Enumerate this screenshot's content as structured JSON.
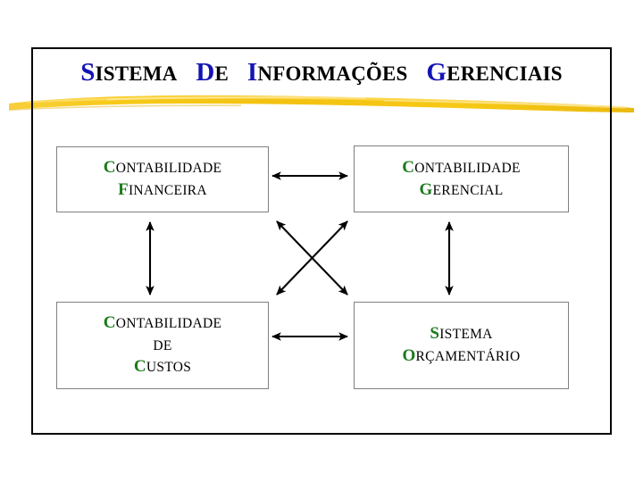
{
  "slide": {
    "title": {
      "full_text": "SISTEMA DE INFORMAÇÕES GERENCIAIS",
      "words": [
        {
          "cap": "S",
          "rest": "ISTEMA"
        },
        {
          "cap": "D",
          "rest": "E"
        },
        {
          "cap": "I",
          "rest": "NFORMAÇÕES"
        },
        {
          "cap": "G",
          "rest": "ERENCIAIS"
        }
      ],
      "cap_color": "#1414b4",
      "body_color": "#000000"
    },
    "decoration": {
      "brush_stroke_color": "#f5c518",
      "brush_stroke_highlight": "#ffd84d",
      "brush_stroke_name": "yellow-brush-stroke"
    },
    "frame": {
      "border_color": "#000000"
    },
    "boxes": [
      {
        "id": "contabilidade-financeira",
        "lines": [
          {
            "cap": "C",
            "rest": "ONTABILIDADE"
          },
          {
            "cap": "F",
            "rest": "INANCEIRA"
          }
        ],
        "plain_text": "CONTABILIDADE FINANCEIRA",
        "border_color": "#808080",
        "cap_color": "#1a7a1a"
      },
      {
        "id": "contabilidade-gerencial",
        "lines": [
          {
            "cap": "C",
            "rest": "ONTABILIDADE"
          },
          {
            "cap": "G",
            "rest": "ERENCIAL"
          }
        ],
        "plain_text": "CONTABILIDADE GERENCIAL",
        "border_color": "#808080",
        "cap_color": "#1a7a1a"
      },
      {
        "id": "contabilidade-de-custos",
        "lines": [
          {
            "cap": "C",
            "rest": "ONTABILIDADE"
          },
          {
            "cap": "",
            "rest": "DE"
          },
          {
            "cap": "C",
            "rest": "USTOS"
          }
        ],
        "plain_text": "CONTABILIDADE DE CUSTOS",
        "border_color": "#808080",
        "cap_color": "#1a7a1a"
      },
      {
        "id": "sistema-orcamentario",
        "lines": [
          {
            "cap": "S",
            "rest": "ISTEMA"
          },
          {
            "cap": "O",
            "rest": "RÇAMENTÁRIO"
          }
        ],
        "plain_text": "SISTEMA ORÇAMENTÁRIO",
        "border_color": "#808080",
        "cap_color": "#1a7a1a"
      }
    ],
    "connectors": [
      {
        "id": "arrow-top-horizontal",
        "from": "contabilidade-financeira",
        "to": "contabilidade-gerencial",
        "style": "double-headed"
      },
      {
        "id": "arrow-bottom-horizontal",
        "from": "contabilidade-de-custos",
        "to": "sistema-orcamentario",
        "style": "double-headed"
      },
      {
        "id": "arrow-left-vertical",
        "from": "contabilidade-financeira",
        "to": "contabilidade-de-custos",
        "style": "double-headed"
      },
      {
        "id": "arrow-right-vertical",
        "from": "contabilidade-gerencial",
        "to": "sistema-orcamentario",
        "style": "double-headed"
      },
      {
        "id": "arrow-diagonal-nw-se",
        "from": "contabilidade-financeira",
        "to": "sistema-orcamentario",
        "style": "double-headed"
      },
      {
        "id": "arrow-diagonal-ne-sw",
        "from": "contabilidade-gerencial",
        "to": "contabilidade-de-custos",
        "style": "double-headed"
      }
    ],
    "arrow_color": "#000000"
  }
}
